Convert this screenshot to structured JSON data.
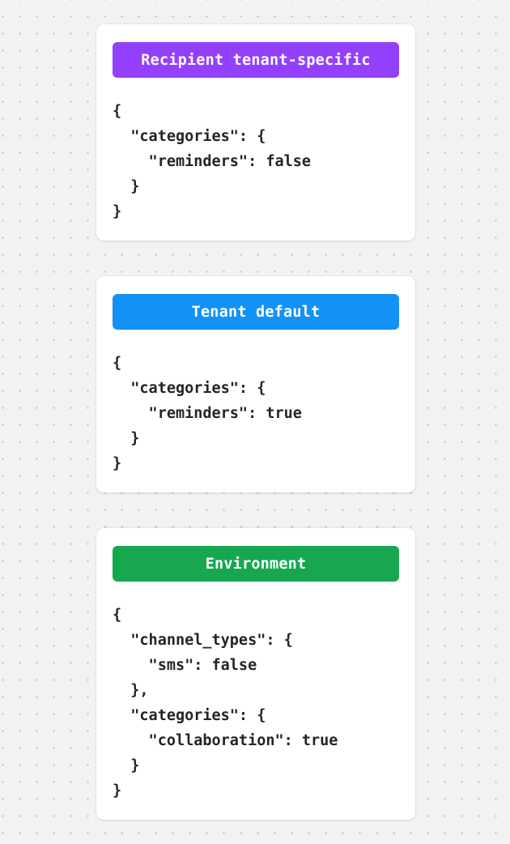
{
  "page": {
    "background_color": "#f2f2f3",
    "dot_color": "#cfcfd2",
    "card_background": "#ffffff",
    "code_text_color": "#212529"
  },
  "cards": [
    {
      "name": "recipient-tenant-specific",
      "header_label": "Recipient tenant-specific",
      "header_color": "#9340fc",
      "json_text": "{\n  \"categories\": {\n    \"reminders\": false\n  }\n}"
    },
    {
      "name": "tenant-default",
      "header_label": "Tenant default",
      "header_color": "#1391f5",
      "json_text": "{\n  \"categories\": {\n    \"reminders\": true\n  }\n}"
    },
    {
      "name": "environment",
      "header_label": "Environment",
      "header_color": "#17a84f",
      "json_text": "{\n  \"channel_types\": {\n    \"sms\": false\n  },\n  \"categories\": {\n    \"collaboration\": true\n  }\n}"
    }
  ]
}
